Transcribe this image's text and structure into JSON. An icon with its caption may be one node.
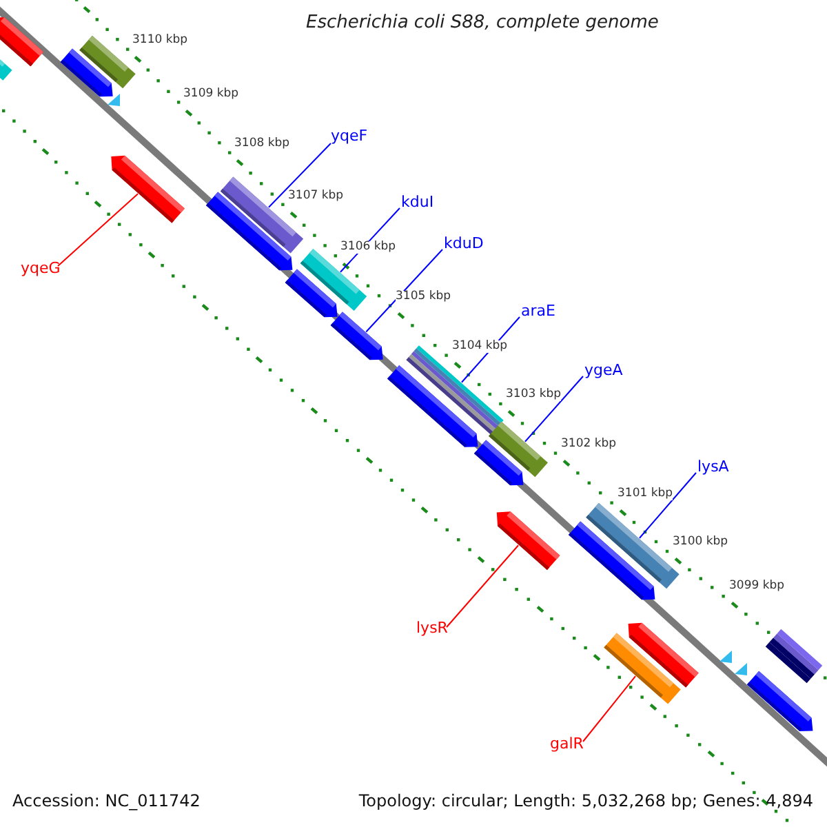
{
  "diagram": {
    "title": "Escherichia coli S88, complete genome",
    "nodes": [
      {
        "text": [
          "yqeF"
        ]
      },
      {
        "text": [
          "kduI"
        ]
      },
      {
        "text": [
          "kduD"
        ]
      },
      {
        "text": [
          "yqeG"
        ]
      },
      {
        "text": [
          "araE"
        ]
      },
      {
        "text": [
          "ygeA"
        ]
      },
      {
        "text": [
          "lysA"
        ]
      },
      {
        "text": [
          "lysR"
        ]
      },
      {
        "text": [
          "galR"
        ]
      },
      {
        "text": [],
        "shape": "pentagon"
      },
      {
        "text": [],
        "shape": "bar"
      },
      {
        "text": [],
        "shape": "bar"
      },
      {
        "text": [],
        "shape": "pentagon"
      },
      {
        "text": [],
        "shape": "triangle"
      },
      {
        "text": [],
        "shape": "pentagon"
      },
      {
        "text": [],
        "shape": "bar"
      },
      {
        "text": [],
        "shape": "pentagon"
      },
      {
        "text": [],
        "shape": "bar"
      },
      {
        "text": [],
        "shape": "pentagon"
      },
      {
        "text": [],
        "shape": "pentagon"
      },
      {
        "text": [],
        "shape": "bar"
      },
      {
        "text": [],
        "shape": "pentagon"
      },
      {
        "text": [],
        "shape": "bar"
      },
      {
        "text": [],
        "shape": "pentagon"
      },
      {
        "text": [],
        "shape": "pentagon"
      },
      {
        "text": [],
        "shape": "bar"
      },
      {
        "text": [],
        "shape": "pentagon"
      },
      {
        "text": [],
        "shape": "pentagon"
      },
      {
        "text": [],
        "shape": "bar"
      },
      {
        "text": [],
        "shape": "triangle"
      },
      {
        "text": [],
        "shape": "triangle"
      },
      {
        "text": [],
        "shape": "bar"
      },
      {
        "text": [],
        "shape": "pentagon"
      }
    ],
    "edges": [
      {
        "from": 0,
        "to": 15,
        "arrow": "none"
      },
      {
        "from": 1,
        "to": 17,
        "arrow": "none"
      },
      {
        "from": 2,
        "to": 19,
        "arrow": "none"
      },
      {
        "from": 3,
        "to": 14,
        "arrow": "none",
        "color": "#ff0000"
      },
      {
        "from": 4,
        "to": 20,
        "arrow": "none"
      },
      {
        "from": 5,
        "to": 22,
        "arrow": "none"
      },
      {
        "from": 6,
        "to": 25,
        "arrow": "none"
      },
      {
        "from": 7,
        "to": 24,
        "arrow": "none",
        "color": "#ff0000"
      },
      {
        "from": 8,
        "to": 28,
        "arrow": "none",
        "color": "#ff0000"
      }
    ],
    "labels": [
      "3110 kbp",
      "3109 kbp",
      "3108 kbp",
      "3107 kbp",
      "3106 kbp",
      "3105 kbp",
      "3104 kbp",
      "3103 kbp",
      "3102 kbp",
      "3101 kbp",
      "3100 kbp",
      "3099 kbp",
      "Accession: NC_011742",
      "Topology: circular; Length: 5,032,268 bp; Genes: 4,894"
    ]
  }
}
